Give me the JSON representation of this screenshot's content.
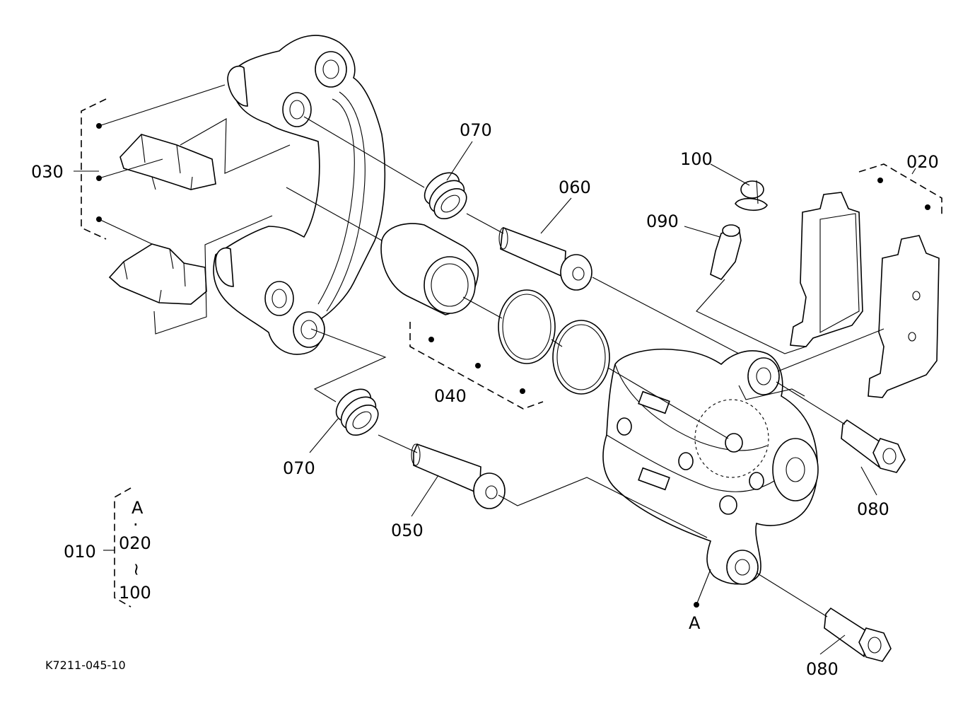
{
  "diagram_code": "K7211-045-10",
  "labels": {
    "p010": "010",
    "p020": "020",
    "p030": "030",
    "p040": "040",
    "p050": "050",
    "p060": "060",
    "p070_top": "070",
    "p070_bottom": "070",
    "p080_right": "080",
    "p080_bottom": "080",
    "p090": "090",
    "p100": "100",
    "ref_a": "A"
  },
  "legend": {
    "item_a": "A",
    "sep_dot": "·",
    "item_020": "020",
    "sep_tilde": "~",
    "item_100": "100"
  }
}
